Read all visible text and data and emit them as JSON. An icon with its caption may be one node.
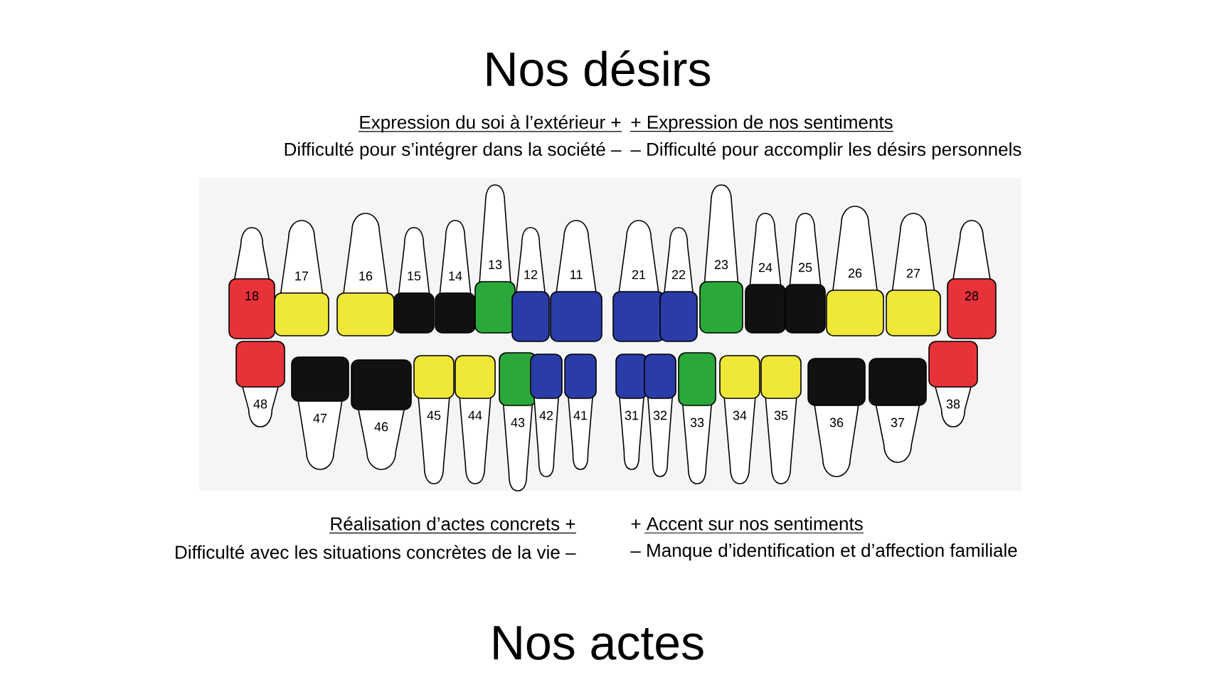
{
  "diagram": {
    "title": "Nos désirs",
    "caption": "Nos actes",
    "nodes": [
      {
        "text": [
          "18"
        ]
      },
      {
        "text": [
          "17"
        ]
      },
      {
        "text": [
          "16"
        ]
      },
      {
        "text": [
          "15"
        ]
      },
      {
        "text": [
          "14"
        ]
      },
      {
        "text": [
          "13"
        ]
      },
      {
        "text": [
          "12"
        ]
      },
      {
        "text": [
          "11"
        ]
      },
      {
        "text": [
          "21"
        ]
      },
      {
        "text": [
          "22"
        ]
      },
      {
        "text": [
          "23"
        ]
      },
      {
        "text": [
          "24"
        ]
      },
      {
        "text": [
          "25"
        ]
      },
      {
        "text": [
          "26"
        ]
      },
      {
        "text": [
          "27"
        ]
      },
      {
        "text": [
          "28"
        ]
      },
      {
        "text": [
          "48"
        ]
      },
      {
        "text": [
          "47"
        ]
      },
      {
        "text": [
          "46"
        ]
      },
      {
        "text": [
          "45"
        ]
      },
      {
        "text": [
          "44"
        ]
      },
      {
        "text": [
          "43"
        ]
      },
      {
        "text": [
          "42"
        ]
      },
      {
        "text": [
          "41"
        ]
      },
      {
        "text": [
          "31"
        ]
      },
      {
        "text": [
          "32"
        ]
      },
      {
        "text": [
          "33"
        ]
      },
      {
        "text": [
          "34"
        ]
      },
      {
        "text": [
          "35"
        ]
      },
      {
        "text": [
          "36"
        ]
      },
      {
        "text": [
          "37"
        ]
      },
      {
        "text": [
          "38"
        ]
      }
    ],
    "labels": [
      "Expression du soi à l’extérieur  +",
      "+ Expression de nos sentiments",
      "Difficulté pour s’intégrer dans la société –",
      "– Difficulté pour accomplir les désirs personnels",
      "Réalisation d’actes concrets +",
      "+ Accent sur nos sentiments",
      "Difficulté avec les situations concrètes de la vie –",
      "– Manque d’identification et d’affection familiale"
    ]
  }
}
